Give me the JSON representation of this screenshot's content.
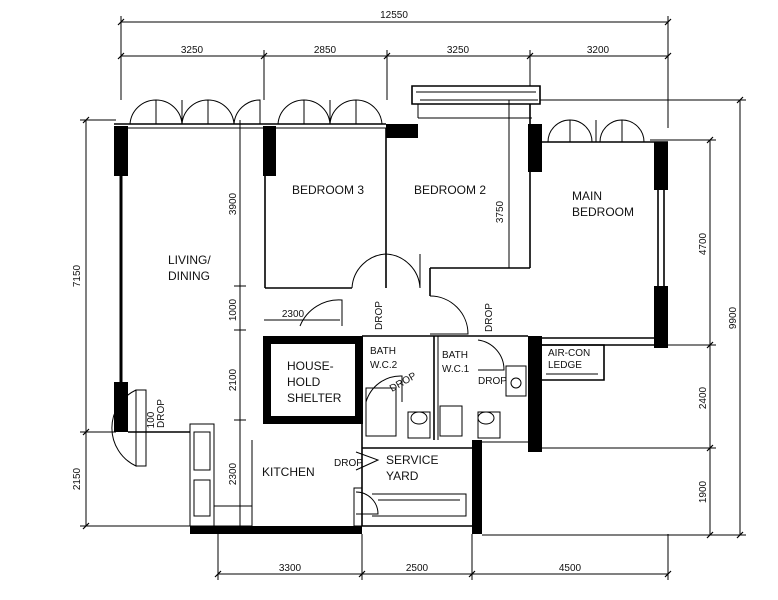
{
  "dimensions": {
    "top_total": "12550",
    "top_segments": [
      "3250",
      "2850",
      "3250",
      "3200"
    ],
    "bottom_segments": [
      "3300",
      "2500",
      "4500"
    ],
    "left_total_top": "7150",
    "left_total_bottom": "2150",
    "inner_left": [
      "3900",
      "1000",
      "2100",
      "2300"
    ],
    "right_segments": [
      "4700",
      "2400",
      "1900"
    ],
    "right_total": "9900",
    "bedroom2_depth": "3750",
    "shelter_width": "2300",
    "door_width": "100"
  },
  "rooms": {
    "bedroom3": "BEDROOM 3",
    "bedroom2": "BEDROOM 2",
    "main_bedroom_line1": "MAIN",
    "main_bedroom_line2": "BEDROOM",
    "living_line1": "LIVING/",
    "living_line2": "DINING",
    "shelter_line1": "HOUSE-",
    "shelter_line2": "HOLD",
    "shelter_line3": "SHELTER",
    "bath2_line1": "BATH",
    "bath2_line2": "W.C.2",
    "bath1_line1": "BATH",
    "bath1_line2": "W.C.1",
    "aircon_line1": "AIR-CON",
    "aircon_line2": "LEDGE",
    "kitchen": "KITCHEN",
    "service_line1": "SERVICE",
    "service_line2": "YARD"
  },
  "labels": {
    "drop": "DROP"
  }
}
